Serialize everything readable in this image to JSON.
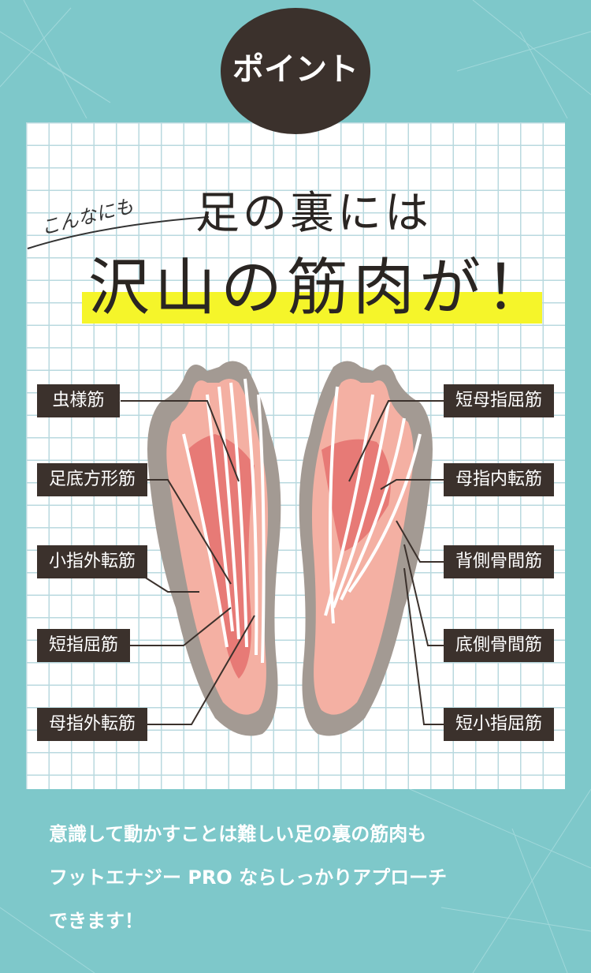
{
  "badge": {
    "label": "ポイント"
  },
  "heading": {
    "handwritten": "こんなにも",
    "line1": "足の裏には",
    "line2": "沢山の筋肉が！"
  },
  "muscles": {
    "left": [
      "虫様筋",
      "足底方形筋",
      "小指外転筋",
      "短指屈筋",
      "母指外転筋"
    ],
    "right": [
      "短母指屈筋",
      "母指内転筋",
      "背側骨間筋",
      "底側骨間筋",
      "短小指屈筋"
    ]
  },
  "description": {
    "line1": "意識して動かすことは難しい足の裏の筋肉も",
    "line2": "フットエナジー PRO ならしっかりアプローチ",
    "line3": "できます！"
  },
  "colors": {
    "background": "#7ec8ca",
    "badge": "#3b312c",
    "highlight": "#f5f52a",
    "muscle": "#e88a86",
    "tendon": "#ffffff"
  }
}
